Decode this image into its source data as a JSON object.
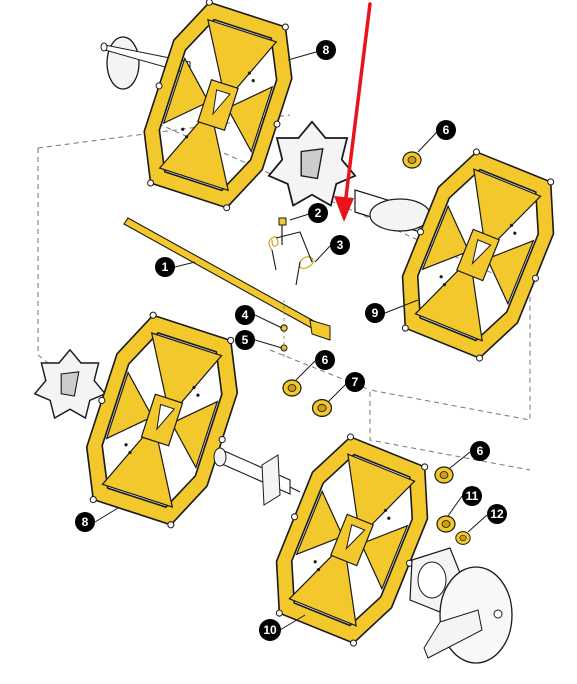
{
  "colors": {
    "frame_fill": "#f2c82c",
    "frame_stroke": "#1a1a1a",
    "arrow": "#e8141c",
    "callout_bg": "#000000",
    "callout_text": "#ffffff",
    "dash": "#777777"
  },
  "callouts": [
    {
      "id": "c8a",
      "label": "8"
    },
    {
      "id": "c6a",
      "label": "6"
    },
    {
      "id": "c2",
      "label": "2"
    },
    {
      "id": "c3",
      "label": "3"
    },
    {
      "id": "c1",
      "label": "1"
    },
    {
      "id": "c9",
      "label": "9"
    },
    {
      "id": "c4",
      "label": "4"
    },
    {
      "id": "c5",
      "label": "5"
    },
    {
      "id": "c6b",
      "label": "6"
    },
    {
      "id": "c7",
      "label": "7"
    },
    {
      "id": "c6c",
      "label": "6"
    },
    {
      "id": "c8b",
      "label": "8"
    },
    {
      "id": "c11",
      "label": "11"
    },
    {
      "id": "c12",
      "label": "12"
    },
    {
      "id": "c10",
      "label": "10"
    }
  ]
}
